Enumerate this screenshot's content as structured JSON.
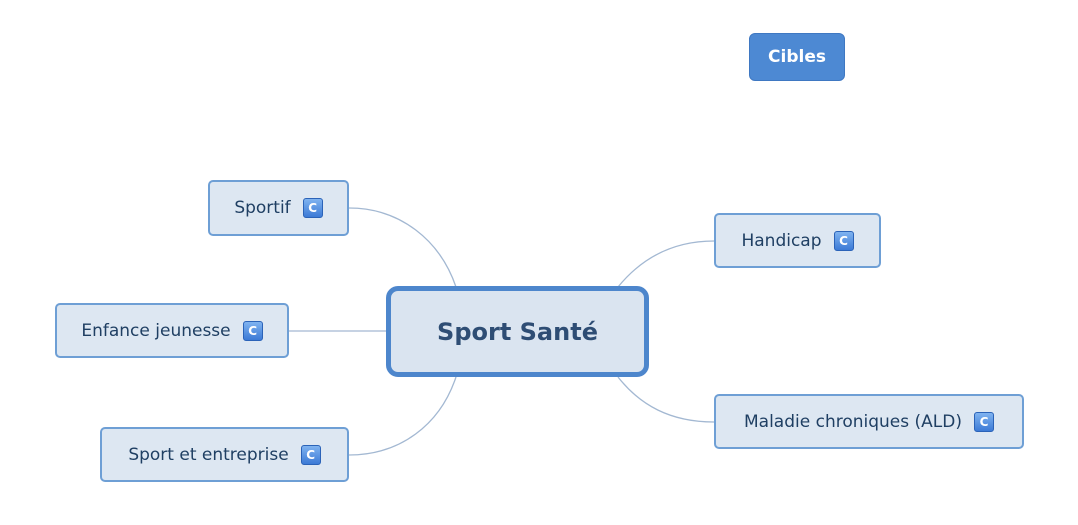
{
  "central_topic": {
    "label": "Sport Santé"
  },
  "floating_topic": {
    "label": "Cibles"
  },
  "subtopics": {
    "sportif": {
      "label": "Sportif",
      "icon": "c-icon",
      "icon_text": "C"
    },
    "enfance_jeunesse": {
      "label": "Enfance jeunesse",
      "icon": "c-icon",
      "icon_text": "C"
    },
    "sport_entreprise": {
      "label": "Sport et entreprise",
      "icon": "c-icon",
      "icon_text": "C"
    },
    "handicap": {
      "label": "Handicap",
      "icon": "c-icon",
      "icon_text": "C"
    },
    "maladie_chroniques": {
      "label": "Maladie chroniques (ALD)",
      "icon": "c-icon",
      "icon_text": "C"
    }
  },
  "colors": {
    "central_border": "#4d86cc",
    "topic_border": "#6e9fd5",
    "topic_fill": "#dde7f2",
    "floating_fill": "#4d89d3",
    "connector": "#a3b8d2",
    "text": "#1f3f63"
  }
}
